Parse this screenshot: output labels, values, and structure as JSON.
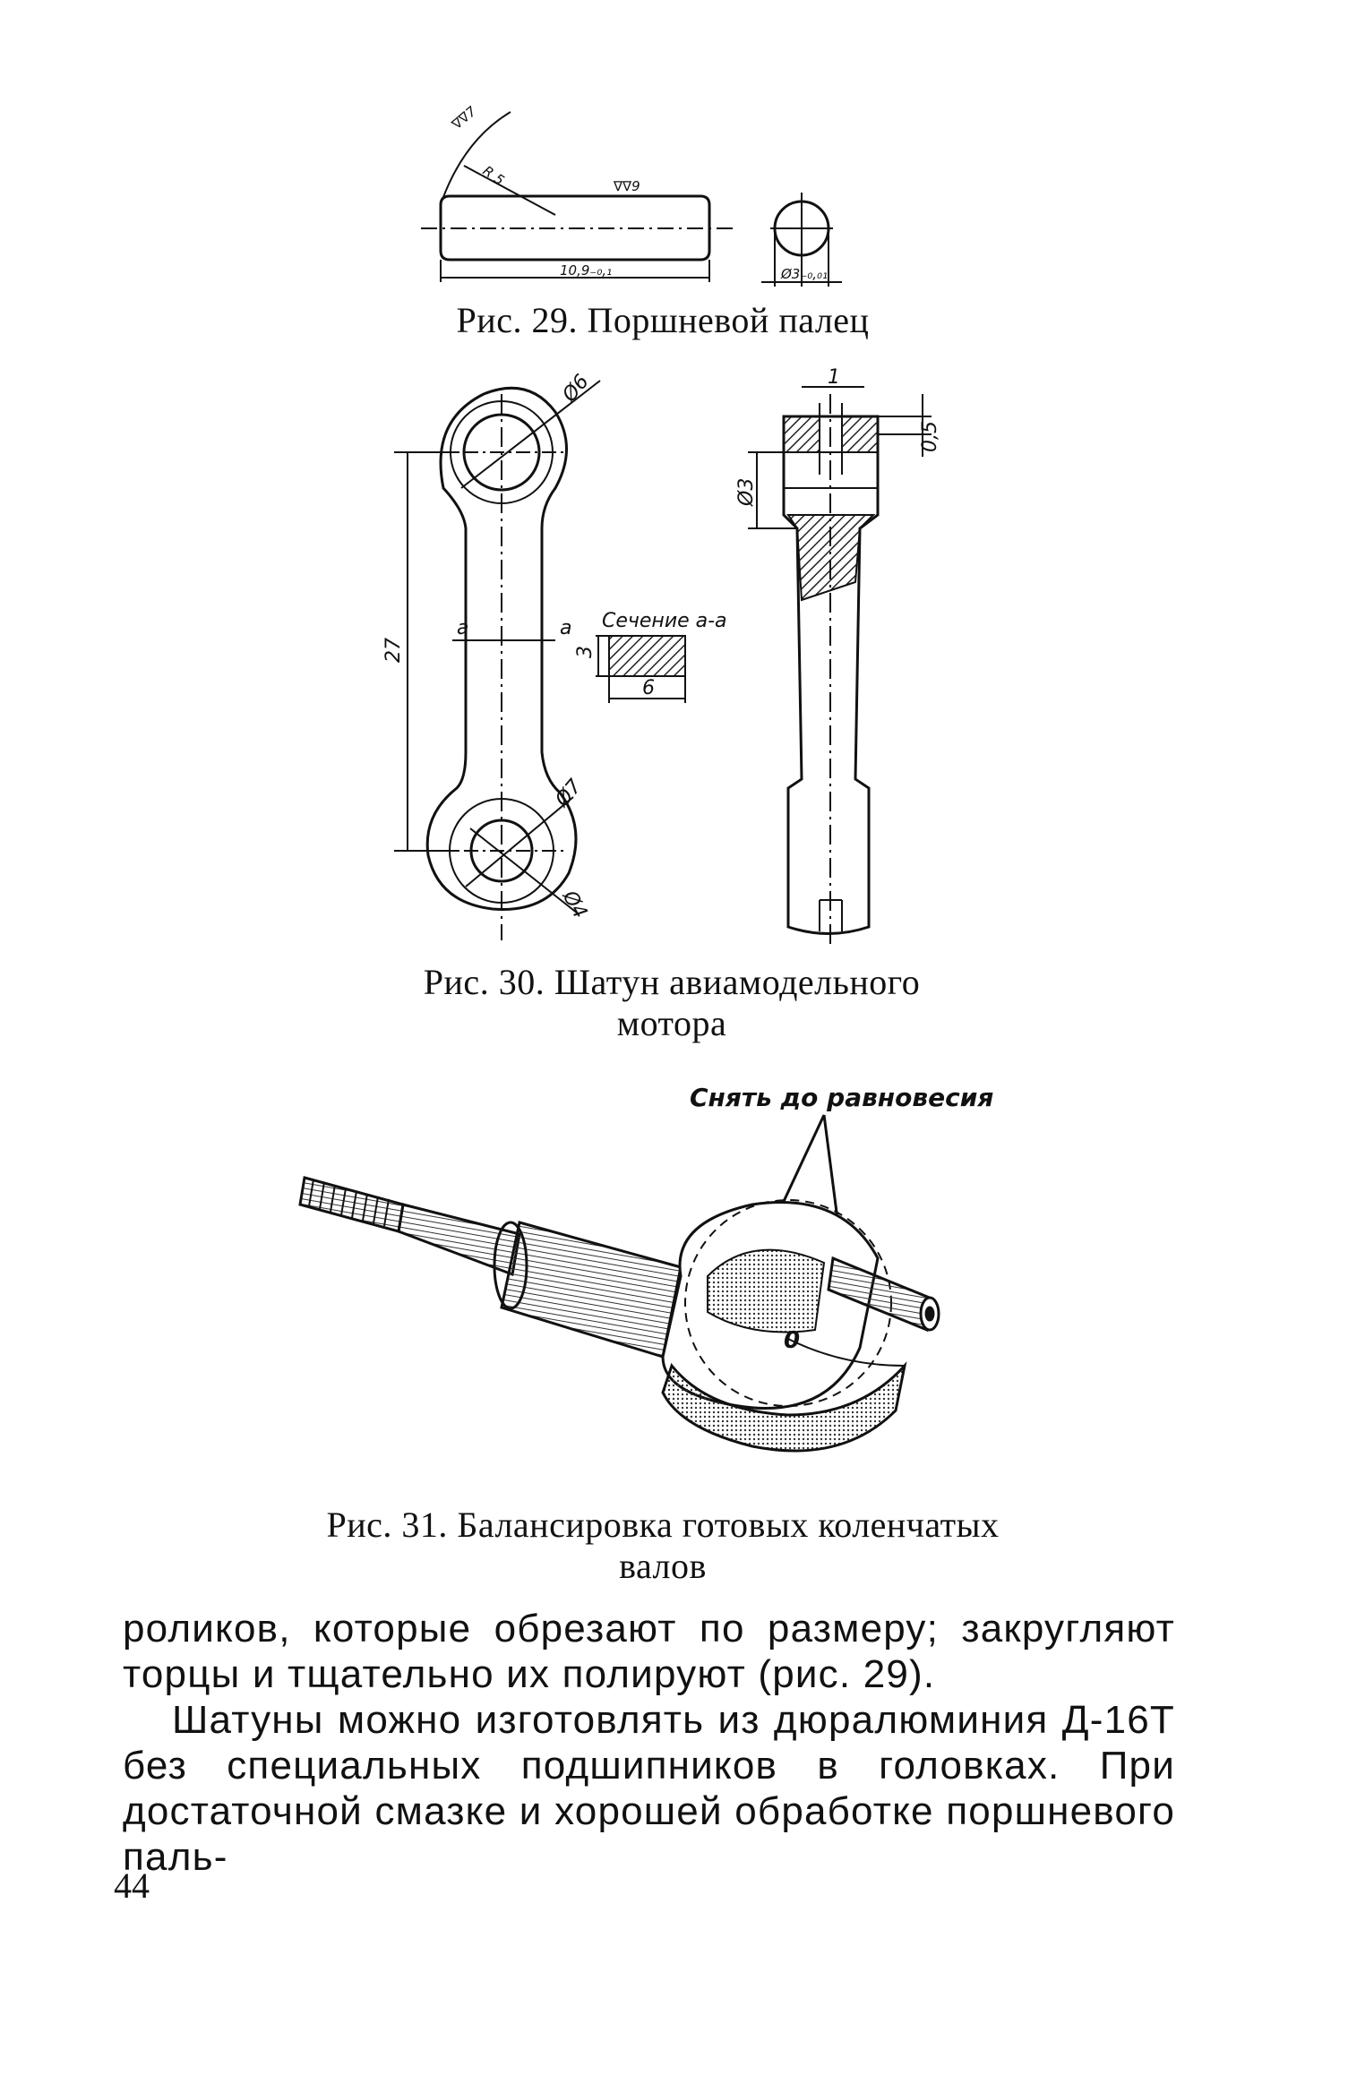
{
  "figure29": {
    "caption": "Рис. 29. Поршневой палец",
    "labels": {
      "roughness_left": "∇∇7",
      "roughness_top": "∇∇9",
      "radius": "R 5",
      "length": "10,9₋₀,₁",
      "diameter": "Ø3₋₀,₀₁"
    }
  },
  "figure30": {
    "caption_line1": "Рис. 30. Шатун авиамодельного",
    "caption_line2": "мотора",
    "labels": {
      "dia_big_top": "Ø6",
      "dia_big_bottom": "Ø7",
      "dia_small_bottom": "Ø4",
      "center_distance": "27",
      "section_mark_left": "a",
      "section_mark_right": "a",
      "section_title": "Сечение a-a",
      "section_height": "3",
      "section_width": "6",
      "side_top_width": "1",
      "side_chamfer": "0,5",
      "side_pin_dia": "Ø3"
    }
  },
  "figure31": {
    "caption_line1": "Рис. 31. Балансировка готовых коленчатых",
    "caption_line2": "валов",
    "annotation": "Снять до равновесия",
    "center_mark": "0"
  },
  "body": {
    "paragraph1": "роликов, которые обрезают по размеру; закругляют торцы и тщательно их полируют (рис. 29).",
    "paragraph2": "Шатуны можно изготовлять из дюралюминия Д-16Т без специальных подшипников в головках. При достаточной смазке и хорошей обработке поршневого паль-"
  },
  "page_number": "44"
}
